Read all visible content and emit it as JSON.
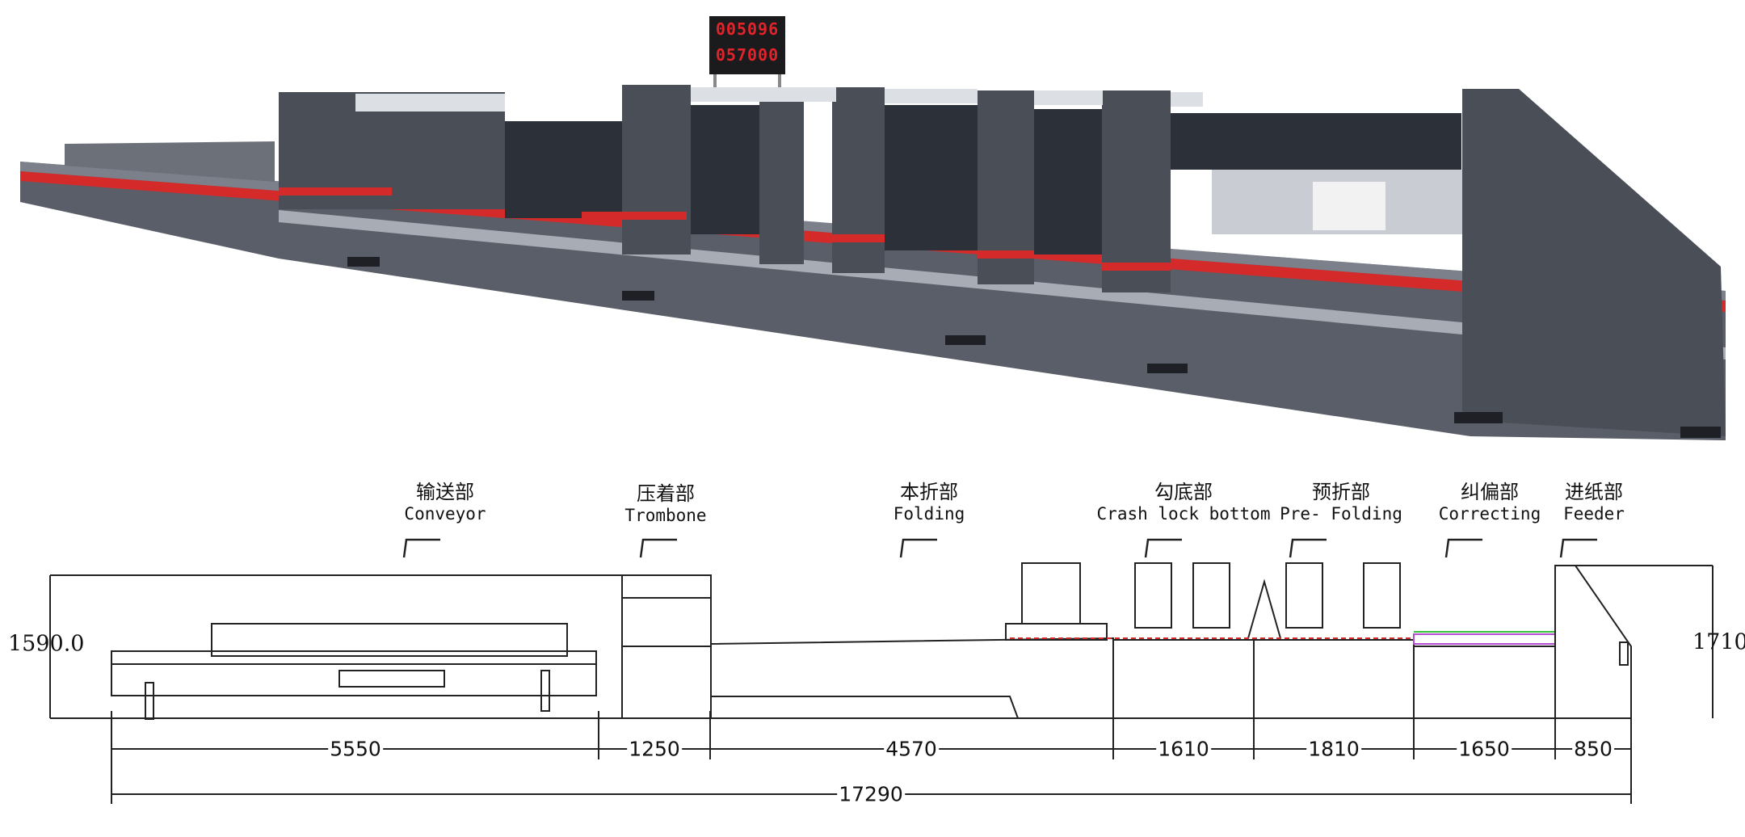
{
  "counter_display": {
    "line1": "005096",
    "line2": "057000"
  },
  "sections": [
    {
      "zh": "输送部",
      "en": "Conveyor"
    },
    {
      "zh": "压着部",
      "en": "Trombone"
    },
    {
      "zh": "本折部",
      "en": "Folding"
    },
    {
      "zh": "勾底部",
      "en": "Crash lock bottom"
    },
    {
      "zh": "预折部",
      "en": "Pre- Folding"
    },
    {
      "zh": "纠偏部",
      "en": "Correcting"
    },
    {
      "zh": "进纸部",
      "en": "Feeder"
    }
  ],
  "dimensions": {
    "left_height": "1590.0",
    "right_height": "1710",
    "segments": [
      "5550",
      "1250",
      "4570",
      "1610",
      "1810",
      "1650",
      "850"
    ],
    "total": "17290"
  },
  "colors": {
    "machine_body": "#4a4e57",
    "stripe": "#d42a2a",
    "panel": "#dcdfe4"
  }
}
